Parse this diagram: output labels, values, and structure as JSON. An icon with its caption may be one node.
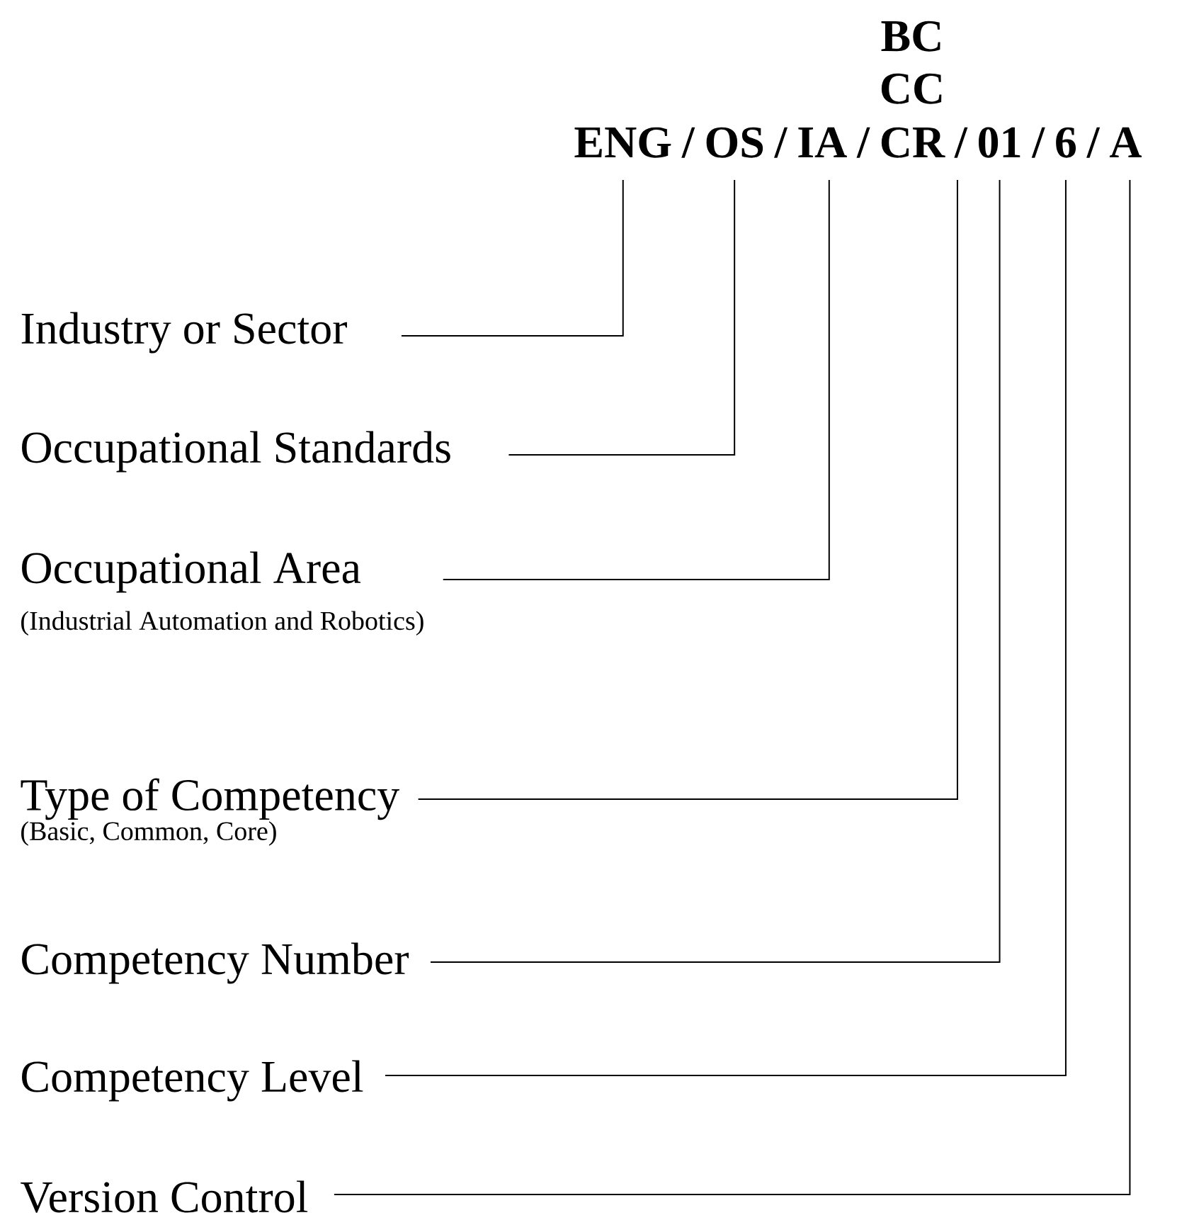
{
  "diagram": {
    "nodes": [
      {
        "text": [
          "ENG"
        ]
      },
      {
        "text": [
          "OS"
        ]
      },
      {
        "text": [
          "IA"
        ]
      },
      {
        "text": [
          "CR"
        ]
      },
      {
        "text": [
          "01"
        ]
      },
      {
        "text": [
          "6"
        ]
      },
      {
        "text": [
          "A"
        ]
      },
      {
        "text": [
          "Industry or Sector"
        ]
      },
      {
        "text": [
          "Occupational Standards"
        ]
      },
      {
        "text": [
          "Occupational Area",
          "(Industrial Automation and Robotics)"
        ]
      },
      {
        "text": [
          "Type of Competency",
          "(Basic, Common, Core)"
        ]
      },
      {
        "text": [
          "Competency Number"
        ]
      },
      {
        "text": [
          "Competency Level"
        ]
      },
      {
        "text": [
          "Version Control"
        ]
      }
    ],
    "edges": [
      {
        "from": 7,
        "to": 0,
        "arrow": "none"
      },
      {
        "from": 8,
        "to": 1,
        "arrow": "none"
      },
      {
        "from": 9,
        "to": 2,
        "arrow": "none"
      },
      {
        "from": 10,
        "to": 3,
        "arrow": "none"
      },
      {
        "from": 11,
        "to": 4,
        "arrow": "none"
      },
      {
        "from": 12,
        "to": 5,
        "arrow": "none"
      },
      {
        "from": 13,
        "to": 6,
        "arrow": "none"
      }
    ],
    "labels": [
      "BC",
      "CC",
      "/",
      "/",
      "/",
      "/",
      "/",
      "/"
    ]
  }
}
